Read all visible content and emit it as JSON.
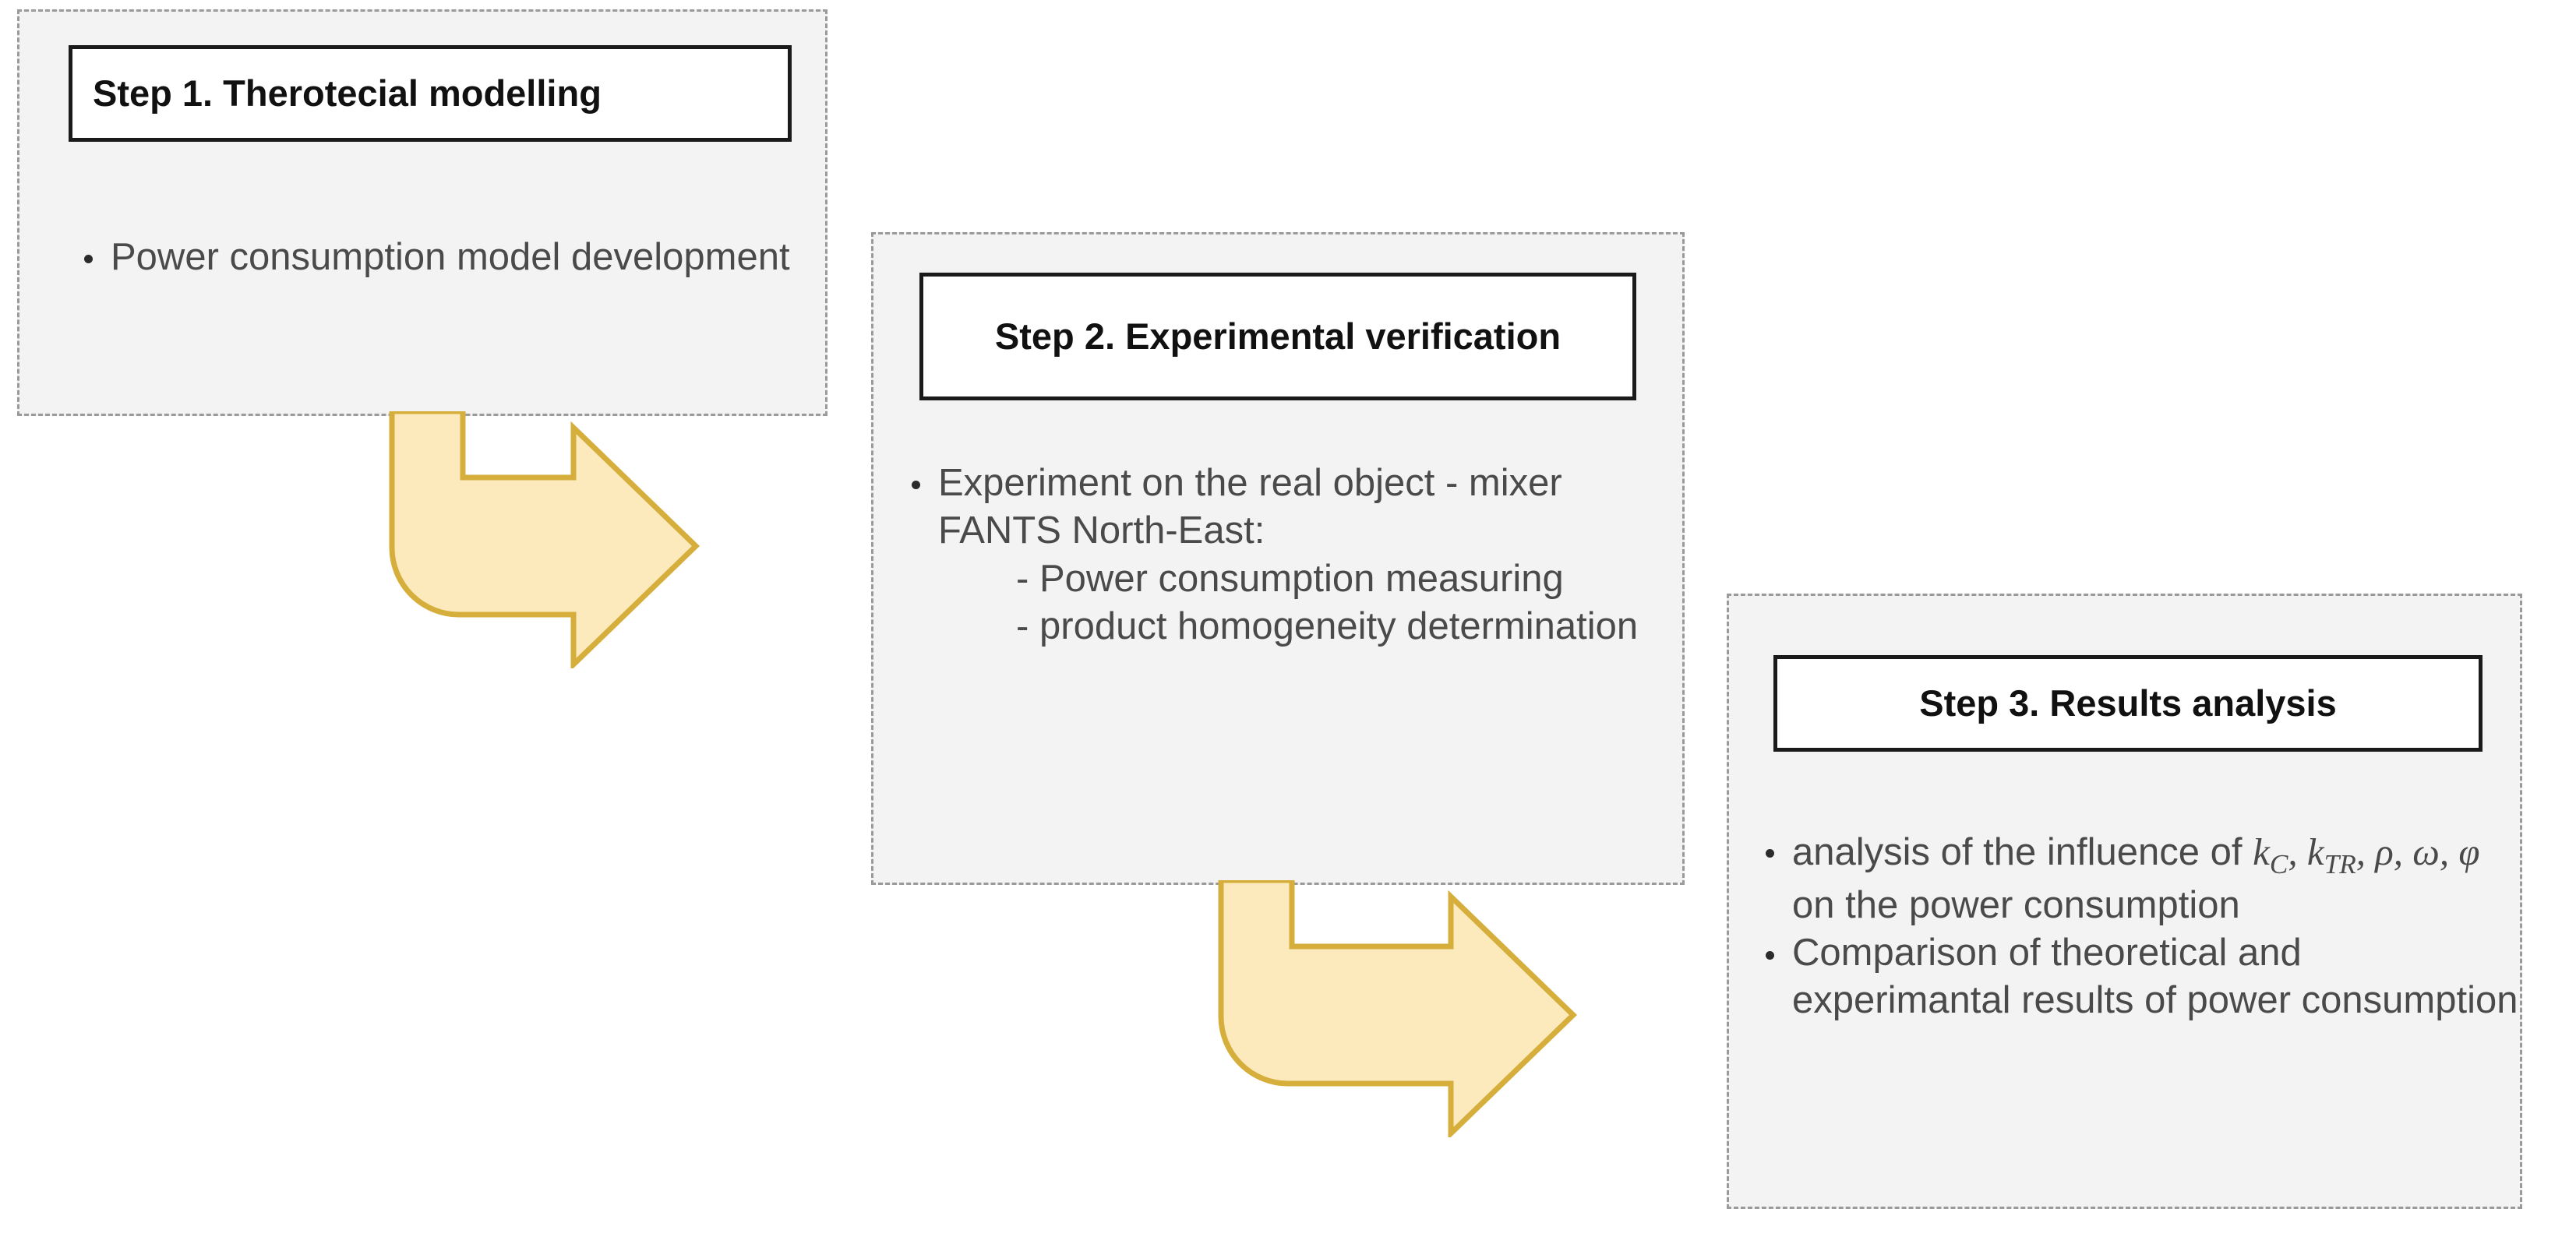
{
  "diagram": {
    "title": "Research methodology three-step flow",
    "colors": {
      "container_fill": "#F3F3F3",
      "container_border": "#9A9A9A",
      "title_fill": "#FFFFFF",
      "title_border": "#1A1A1A",
      "body_text": "#4A4A4A",
      "arrow_fill": "#FCE9BC",
      "arrow_stroke": "#D6AE3C"
    }
  },
  "steps": [
    {
      "id": "step-1",
      "title": "Step 1. Therotecial modelling",
      "bullets": [
        {
          "text": "Power consumption model development",
          "sub": []
        }
      ]
    },
    {
      "id": "step-2",
      "title": "Step 2. Experimental verification",
      "bullets": [
        {
          "text": "Experiment on the real object - mixer FANTS North-East:",
          "sub": [
            "Power consumption measuring",
            "product homogeneity determination"
          ]
        }
      ]
    },
    {
      "id": "step-3",
      "title": "Step 3. Results analysis",
      "bullets": [
        {
          "text_before": "analysis of the influence of ",
          "symbols": "k_C, k_TR, ρ, ω, φ",
          "text_after": " on the power consumption",
          "sub": []
        },
        {
          "text": "Comparison of theoretical and experimantal results of power consumption",
          "sub": []
        }
      ]
    }
  ],
  "arrows": [
    {
      "id": "arrow-1",
      "from": "step-1",
      "to": "step-2",
      "label": ""
    },
    {
      "id": "arrow-2",
      "from": "step-2",
      "to": "step-3",
      "label": ""
    }
  ]
}
